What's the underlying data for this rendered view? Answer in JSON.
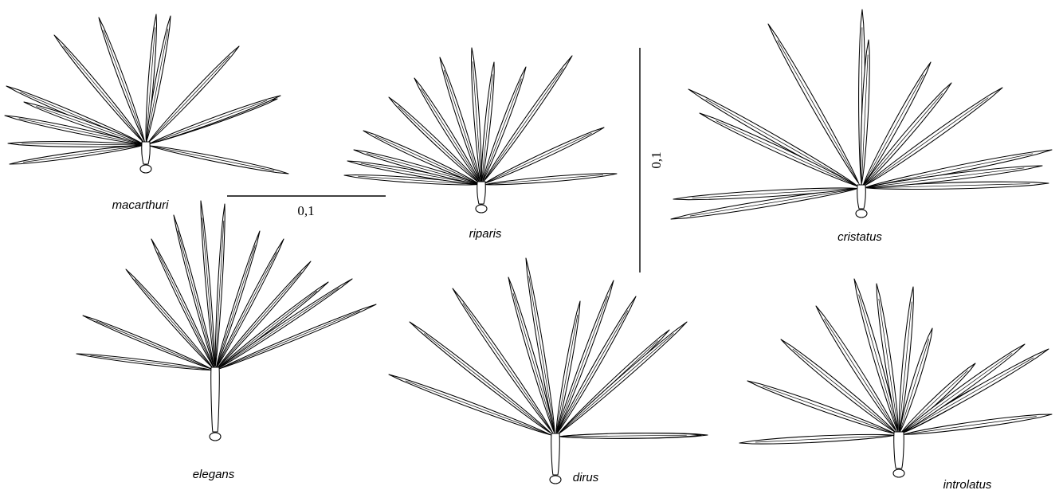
{
  "specimens": [
    {
      "label": "macarthuri"
    },
    {
      "label": "riparis"
    },
    {
      "label": "cristatus"
    },
    {
      "label": "elegans"
    },
    {
      "label": "dirus"
    },
    {
      "label": "introlatus"
    }
  ],
  "scale_bars": [
    {
      "label": "0,1",
      "orientation": "horizontal"
    },
    {
      "label": "0,1",
      "orientation": "vertical"
    }
  ],
  "colors": {
    "ink": "#000000",
    "background": "#ffffff"
  }
}
